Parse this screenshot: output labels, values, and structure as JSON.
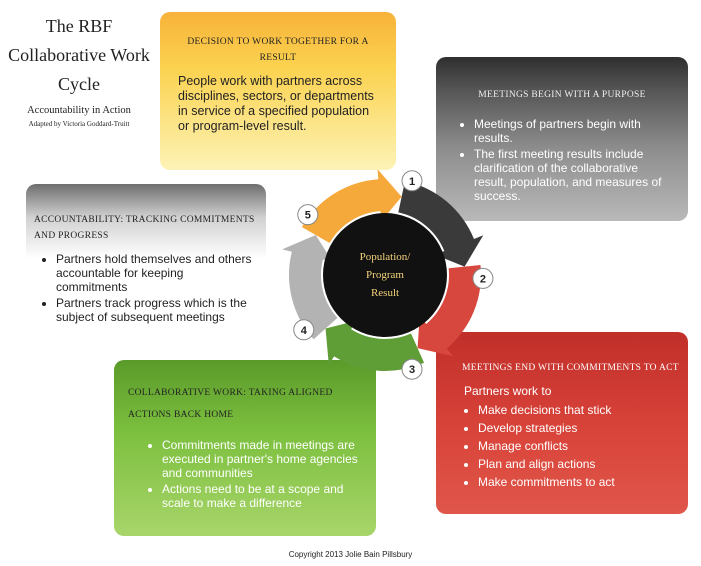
{
  "title": {
    "lines": [
      "The RBF",
      "Collaborative Work",
      "Cycle"
    ],
    "subtitle": "Accountability in Action",
    "adapted": "Adapted by Victoria Goddard-Truitt"
  },
  "steps": [
    {
      "number": "1",
      "heading": "DECISION TO WORK TOGETHER FOR A RESULT",
      "body": "People work with partners across disciplines, sectors, or departments in service of a specified population or program-level result."
    },
    {
      "number": "2",
      "heading": "MEETINGS BEGIN WITH A PURPOSE",
      "bullets": [
        "Meetings of partners begin with results.",
        "The first meeting results include clarification of  the collaborative result, population, and measures of success."
      ]
    },
    {
      "number": "3",
      "heading": "MEETINGS END WITH COMMITMENTS TO ACT",
      "lead": "Partners work to",
      "bullets": [
        "Make decisions that stick",
        "Develop strategies",
        "Manage conflicts",
        "Plan and align actions",
        "Make commitments to act"
      ]
    },
    {
      "number": "4",
      "heading": "COLLABORATIVE WORK: TAKING ALIGNED ACTIONS BACK HOME",
      "bullets": [
        "Commitments made in meetings are executed in partner's home agencies and communities",
        "Actions need to be at a scope and scale to make a difference"
      ]
    },
    {
      "number": "5",
      "heading": "ACCOUNTABILITY: TRACKING COMMITMENTS AND PROGRESS",
      "bullets": [
        "Partners hold themselves and others accountable for keeping commitments",
        "Partners track progress which is the subject of subsequent meetings"
      ]
    }
  ],
  "center": {
    "lines": [
      "Population/",
      "Program",
      "Result"
    ]
  },
  "colors": {
    "step1": "#f5a93a",
    "step2": "#3a3a3a",
    "step3": "#d8473d",
    "step4": "#5f9e37",
    "step5": "#b3b3b3",
    "center": "#111111",
    "center_text": "#f3d27a"
  },
  "copyright": "Copyright 2013  Jolie Bain Pillsbury"
}
